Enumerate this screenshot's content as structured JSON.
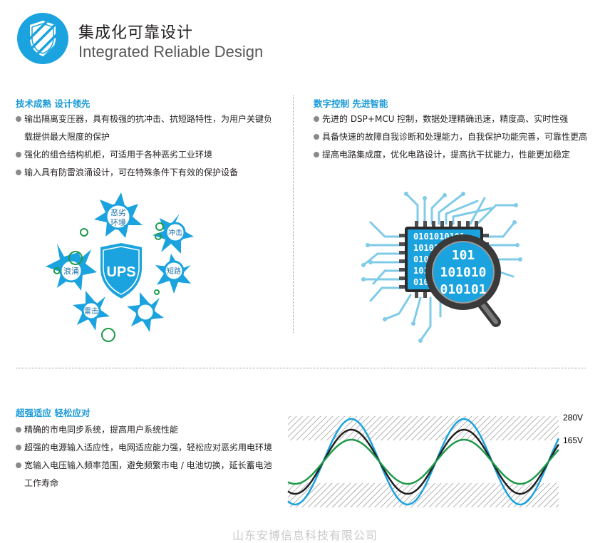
{
  "header": {
    "title_zh": "集成化可靠设计",
    "title_en": "Integrated Reliable Design"
  },
  "section_tech": {
    "title": "技术成熟 设计领先",
    "items": [
      "输出隔离变压器，具有极强的抗冲击、抗短路特性，为用户关键负载提供最大限度的保护",
      "强化的组合结构机柜，可适用于各种恶劣工业环境",
      "输入具有防雷浪涌设计，可在特殊条件下有效的保护设备"
    ]
  },
  "section_digital": {
    "title": "数字控制 先进智能",
    "items": [
      "先进的 DSP+MCU 控制，数据处理精确迅速，精度高、实时性强",
      "具备快速的故障自我诊断和处理能力，自我保护功能完善，可靠性更高",
      "提高电路集成度，优化电路设计，提高抗干扰能力，性能更加稳定"
    ]
  },
  "section_adapt": {
    "title": "超强适应 轻松应对",
    "items": [
      "精确的市电同步系统，提高用户系统性能",
      "超强的电源输入适应性，电网适应能力强，轻松应对恶劣用电环境",
      "宽输入电压输入频率范围，避免频繁市电 / 电池切换，延长蓄电池工作寿命"
    ]
  },
  "ups_graphic": {
    "center": "UPS",
    "labels": [
      "恶劣",
      "环境",
      "冲击",
      "浪涌",
      "雷击",
      "短路"
    ]
  },
  "chip_graphic": {
    "rows": [
      "0101010101",
      "1010101",
      "0101",
      "101",
      "010"
    ],
    "magnified": [
      "101",
      "101010",
      "010101"
    ]
  },
  "wave_chart": {
    "labels": [
      "280V",
      "165V"
    ],
    "colors": {
      "outer": "#1aa3de",
      "mid": "#231f20",
      "inner": "#1f9a4a"
    }
  },
  "colors": {
    "accent": "#1a9ad7",
    "green": "#1f9a4a"
  },
  "icons": [
    "shield-check-icon"
  ],
  "footer": {
    "company": "山东安博信息科技有限公司"
  }
}
